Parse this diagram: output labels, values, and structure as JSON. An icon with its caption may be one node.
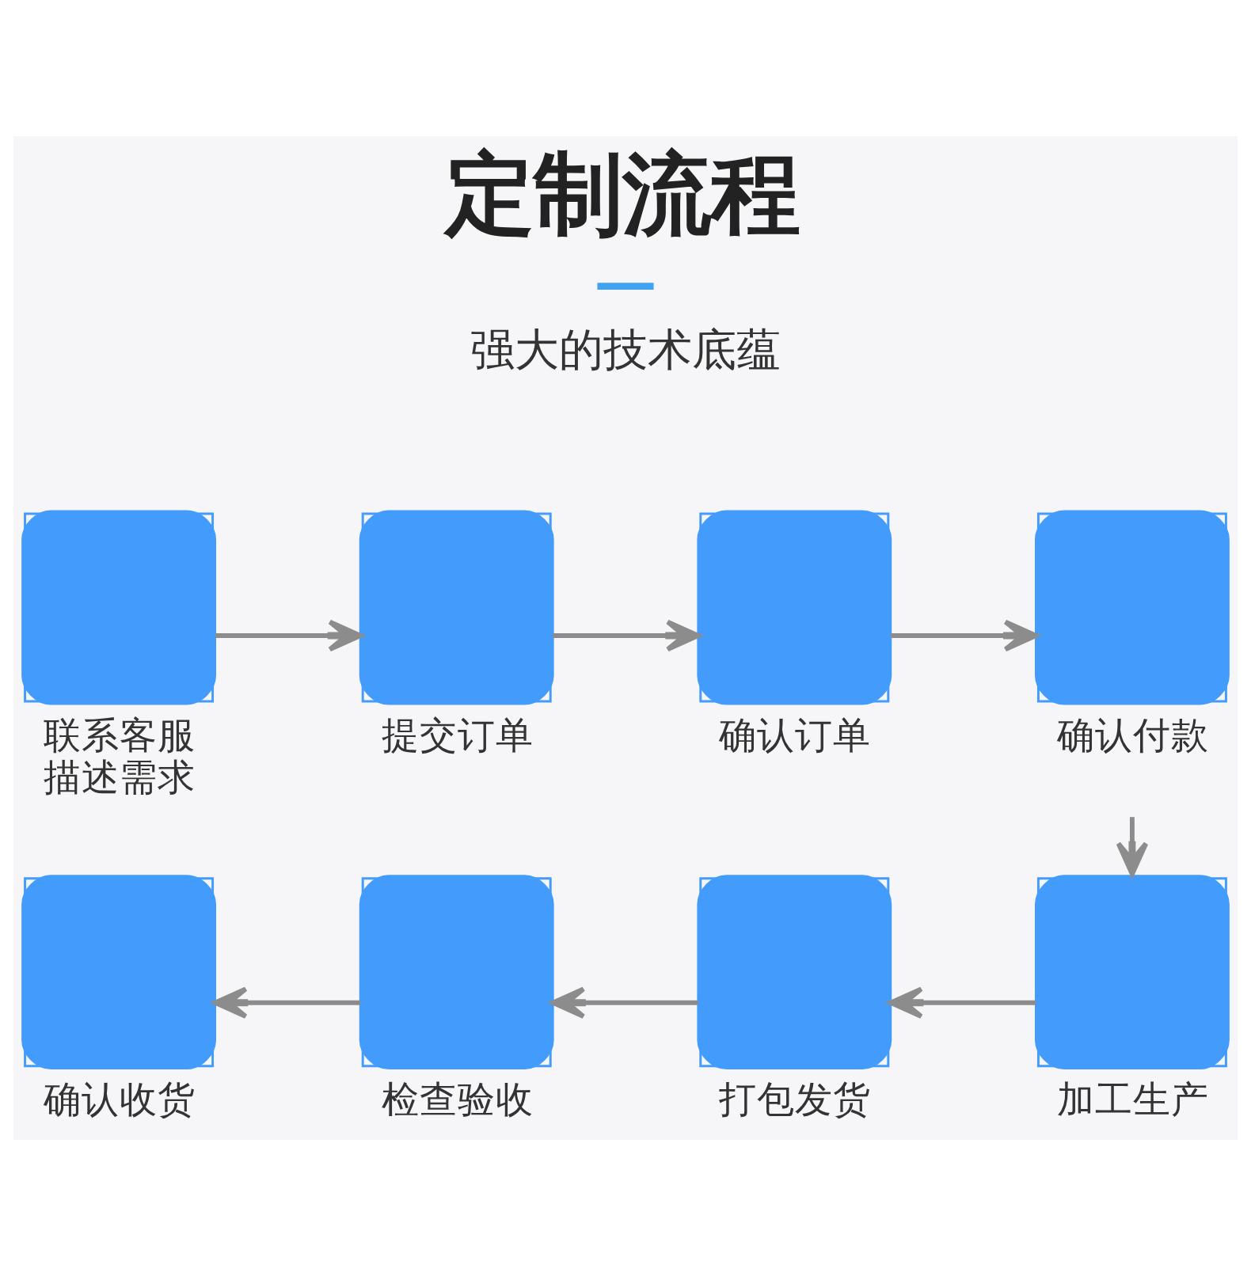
{
  "diagram": {
    "title": "定制流程",
    "nodes": [
      {
        "text": [
          "联系客服描述需求"
        ]
      },
      {
        "text": [
          "提交订单"
        ]
      },
      {
        "text": [
          "确认订单"
        ]
      },
      {
        "text": [
          "确认付款"
        ]
      },
      {
        "text": [
          "确认收货"
        ]
      },
      {
        "text": [
          "检查验收"
        ]
      },
      {
        "text": [
          "打包发货"
        ]
      },
      {
        "text": [
          "加工生产"
        ]
      }
    ],
    "edges": [
      {
        "from": 0,
        "to": 1,
        "arrow": "to"
      },
      {
        "from": 1,
        "to": 2,
        "arrow": "to"
      },
      {
        "from": 2,
        "to": 3,
        "arrow": "to"
      },
      {
        "from": 3,
        "to": 7,
        "arrow": "to"
      },
      {
        "from": 7,
        "to": 6,
        "arrow": "to"
      },
      {
        "from": 6,
        "to": 5,
        "arrow": "to"
      },
      {
        "from": 5,
        "to": 4,
        "arrow": "to"
      }
    ],
    "labels": [
      "强大的技术底蕴"
    ]
  }
}
